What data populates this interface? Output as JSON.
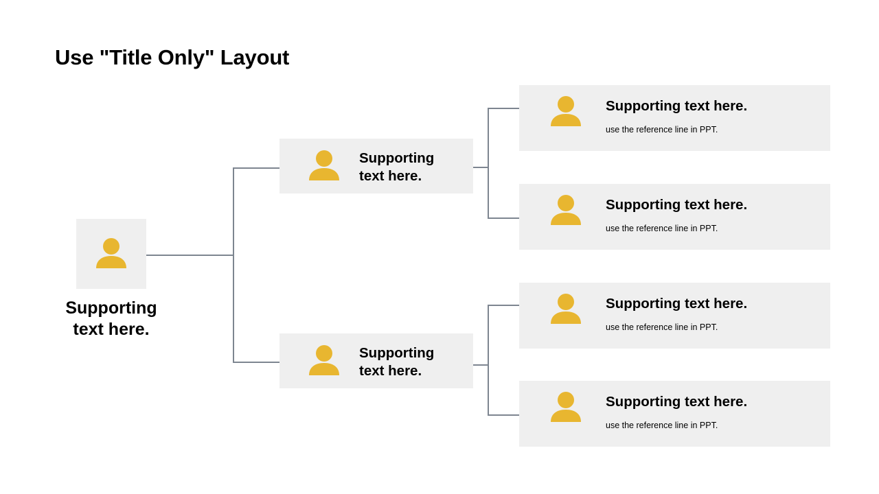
{
  "title": "Use \"Title Only\" Layout",
  "colors": {
    "icon": "#e8b630",
    "box": "#efefef",
    "connector": "#7d8590"
  },
  "root": {
    "label": "Supporting text here.",
    "icon": "person-icon"
  },
  "branches": [
    {
      "label": "Supporting text here.",
      "icon": "person-icon",
      "children": [
        {
          "title": "Supporting text here.",
          "subtitle": "use the reference line in PPT.",
          "icon": "person-icon"
        },
        {
          "title": "Supporting text here.",
          "subtitle": "use the reference line in PPT.",
          "icon": "person-icon"
        }
      ]
    },
    {
      "label": "Supporting text here.",
      "icon": "person-icon",
      "children": [
        {
          "title": "Supporting text here.",
          "subtitle": "use the reference line in PPT.",
          "icon": "person-icon"
        },
        {
          "title": "Supporting text here.",
          "subtitle": "use the reference line in PPT.",
          "icon": "person-icon"
        }
      ]
    }
  ]
}
